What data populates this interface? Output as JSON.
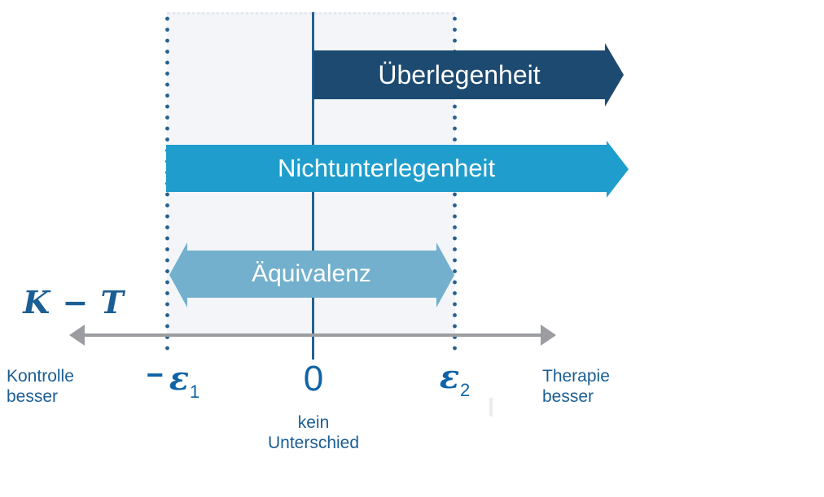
{
  "colors": {
    "navy": "#1d4a70",
    "cyan": "#1f9ecd",
    "light_blue": "#72b0cd",
    "band_bg": "#f3f5f9",
    "band_edge": "#e4e8f0",
    "guide_blue": "#24608f",
    "axis_gray": "#9b9da0",
    "label_blue": "#1b5e93",
    "tick_blue": "#0f63a6",
    "arrow_text": "#ffffff",
    "stray_gray": "#ebebeb"
  },
  "arrows": {
    "superiority_label": "Überlegenheit",
    "noninferiority_label": "Nichtunterlegenheit",
    "equivalence_label": "Äquivalenz"
  },
  "axis": {
    "formula": "K − T",
    "left_caption": [
      "Kontrolle",
      "besser"
    ],
    "right_caption": [
      "Therapie",
      "besser"
    ],
    "zero": "0",
    "zero_caption": [
      "kein",
      "Unterschied"
    ],
    "lower_margin": {
      "minus": "−",
      "epsilon": "ε",
      "subscript": "1"
    },
    "upper_margin": {
      "epsilon": "ε",
      "subscript": "2"
    }
  }
}
